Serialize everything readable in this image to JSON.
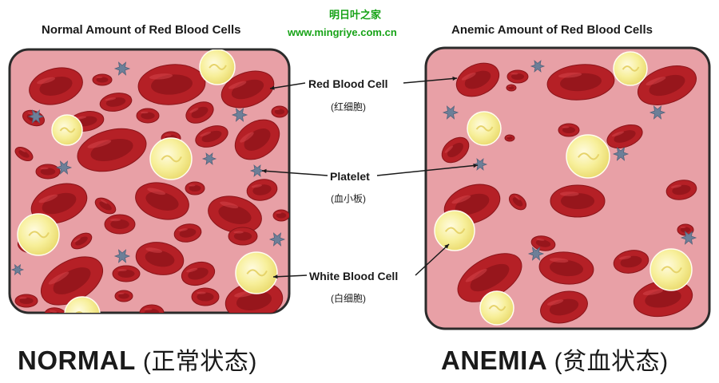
{
  "watermark": {
    "line1": "明日叶之家",
    "line2": "www.mingriye.com.cn"
  },
  "panels": {
    "normal": {
      "title": "Normal Amount of Red Blood Cells",
      "caption": "NORMAL",
      "caption_zh": "(正常状态)"
    },
    "anemic": {
      "title": "Anemic Amount of Red Blood Cells",
      "caption": "ANEMIA",
      "caption_zh": "(贫血状态)"
    }
  },
  "labels": [
    {
      "en": "Red Blood Cell",
      "zh": "(红细胞)"
    },
    {
      "en": "Platelet",
      "zh": "(血小板)"
    },
    {
      "en": "White Blood Cell",
      "zh": "(白细胞)"
    }
  ],
  "colors": {
    "plasma": "#e8a0a6",
    "frame": "#2b2b2b",
    "rbc": "#b52026",
    "rbc_center": "#7d0f14",
    "wbc": "#f5ee9c",
    "platelet": "#6d7f98"
  }
}
